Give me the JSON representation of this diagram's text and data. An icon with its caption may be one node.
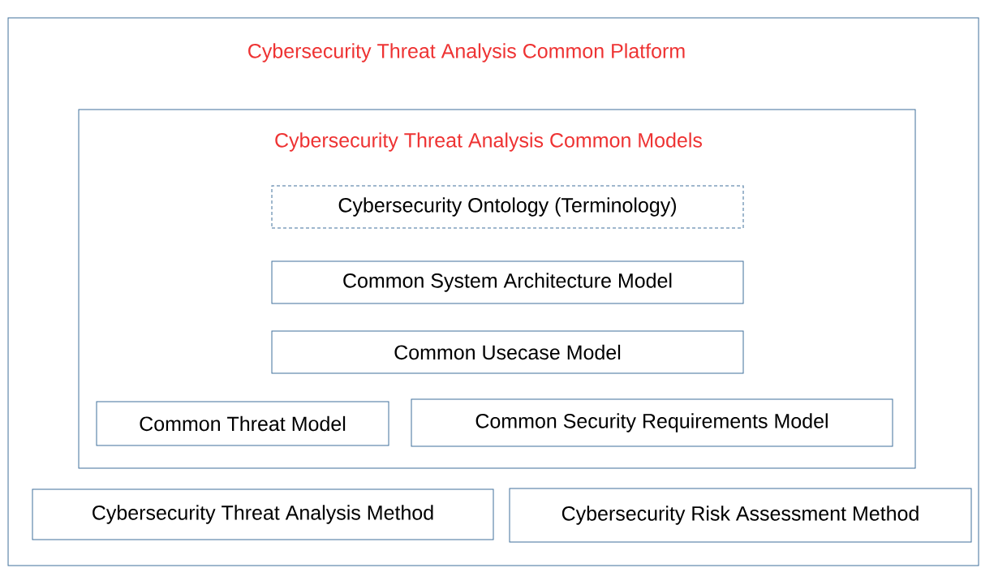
{
  "diagram": {
    "nodes": [
      {
        "text": [
          "Cybersecurity Threat Analysis Common Platform"
        ]
      },
      {
        "text": [
          "Cybersecurity Threat Analysis Common Models"
        ],
        "in": 0
      },
      {
        "text": [
          "Cybersecurity Ontology (Terminology)"
        ],
        "in": 1
      },
      {
        "text": [
          "Common System Architecture Model"
        ],
        "in": 1
      },
      {
        "text": [
          "Common Usecase Model"
        ],
        "in": 1
      },
      {
        "text": [
          "Common Threat Model"
        ],
        "in": 1
      },
      {
        "text": [
          "Common Security Requirements Model"
        ],
        "in": 1
      },
      {
        "text": [
          "Cybersecurity Threat Analysis Method"
        ],
        "in": 0
      },
      {
        "text": [
          "Cybersecurity Risk Assessment Method"
        ],
        "in": 0
      }
    ],
    "edges": []
  }
}
